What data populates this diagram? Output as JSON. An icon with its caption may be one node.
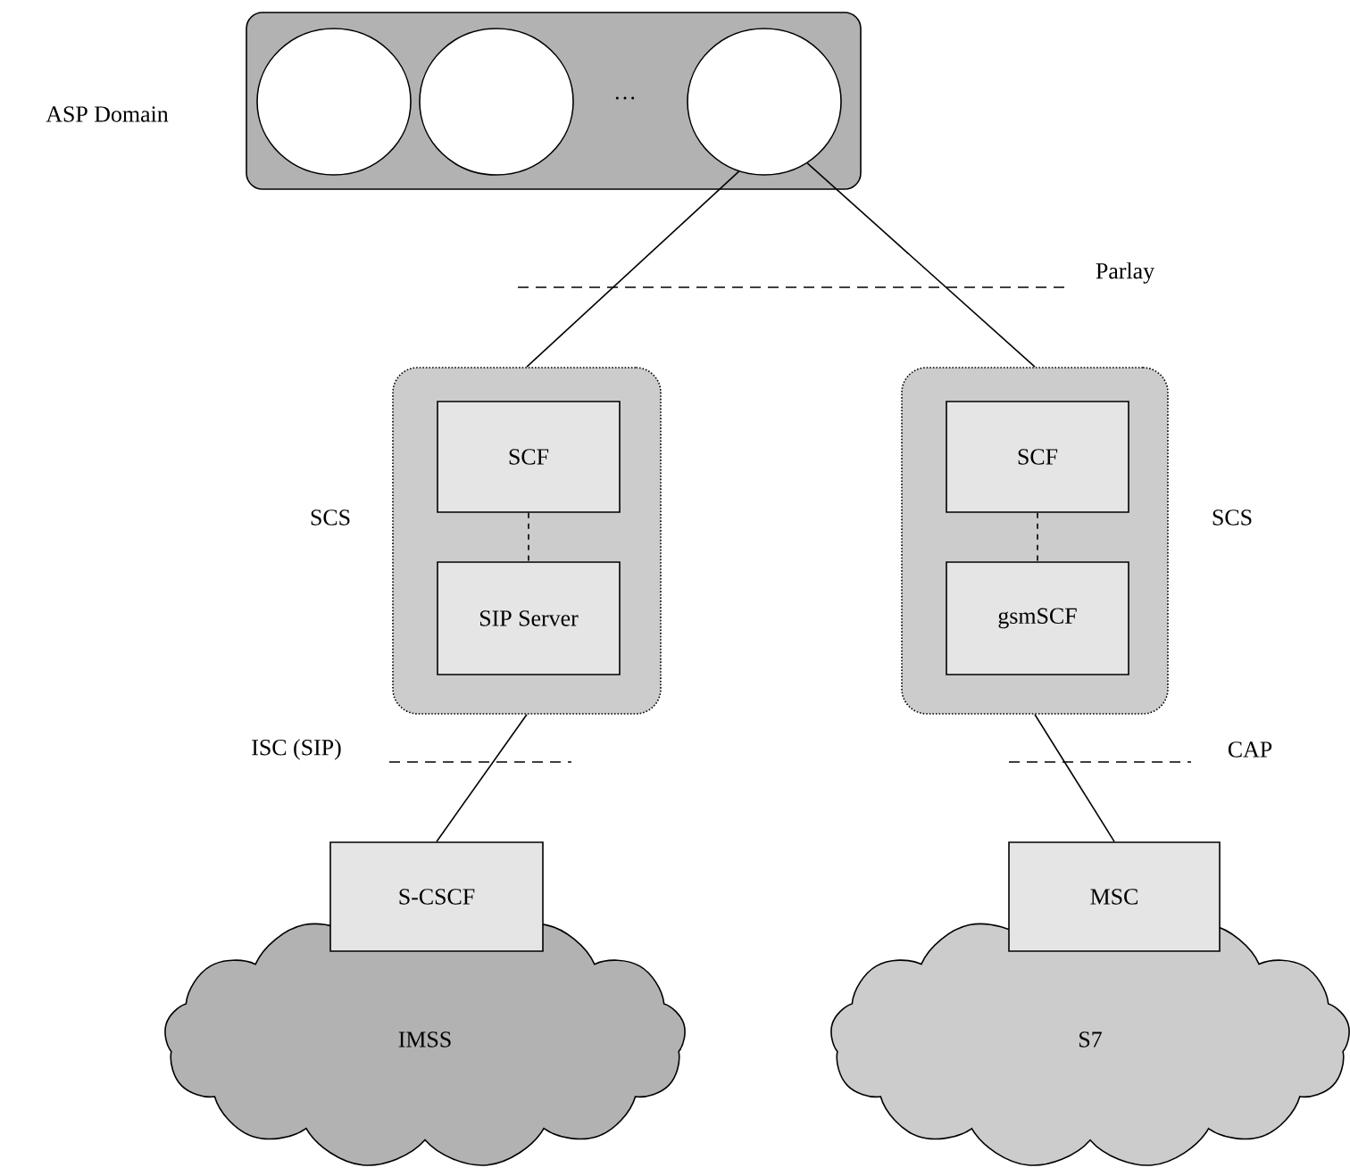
{
  "diagram": {
    "nodes": [
      {
        "text": [
          "ASP Domain"
        ]
      },
      {
        "text": [],
        "shape": "circle",
        "in": 0
      },
      {
        "text": [],
        "shape": "circle",
        "in": 0
      },
      {
        "text": [],
        "shape": "circle",
        "in": 0
      },
      {
        "text": [
          "SCS"
        ]
      },
      {
        "text": [
          "SCF"
        ],
        "in": 4
      },
      {
        "text": [
          "SIP Server"
        ],
        "in": 4
      },
      {
        "text": [
          "SCS"
        ]
      },
      {
        "text": [
          "SCF"
        ],
        "in": 7
      },
      {
        "text": [
          "gsmSCF"
        ],
        "in": 7
      },
      {
        "text": [
          "IMSS"
        ]
      },
      {
        "text": [
          "S-CSCF"
        ]
      },
      {
        "text": [
          "S7"
        ]
      },
      {
        "text": [
          "MSC"
        ]
      }
    ],
    "edges": [
      {
        "from": 3,
        "to": 4,
        "arrow": "none"
      },
      {
        "from": 3,
        "to": 7,
        "arrow": "none"
      },
      {
        "from": 5,
        "to": 6,
        "arrow": "none",
        "style": "dashed"
      },
      {
        "from": 8,
        "to": 9,
        "arrow": "none",
        "style": "dashed"
      },
      {
        "from": 4,
        "to": 11,
        "arrow": "none"
      },
      {
        "from": 7,
        "to": 13,
        "arrow": "none"
      }
    ],
    "labels": [
      "…",
      "Parlay",
      "ISC (SIP)",
      "CAP"
    ]
  }
}
